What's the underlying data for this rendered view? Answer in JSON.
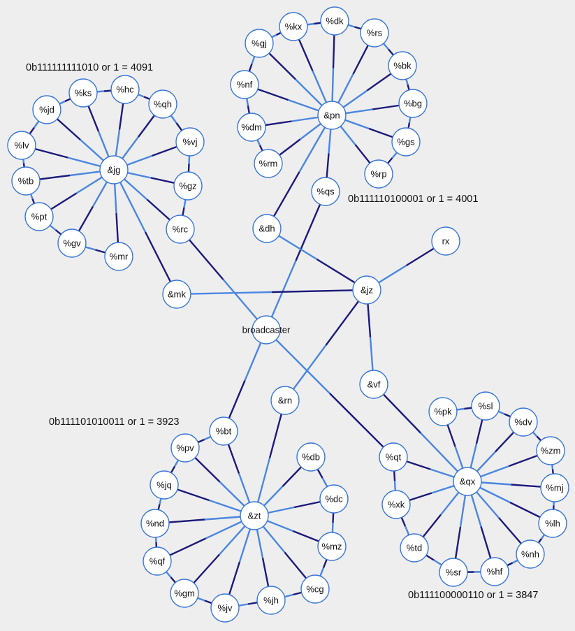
{
  "colors": {
    "background": "#eeeeee",
    "node_stroke": "#3a76d6",
    "edge_light": "#4a86e0",
    "edge_dark": "#1c1a7a"
  },
  "annotations": [
    {
      "id": "a1",
      "text": "0b111111111010 or 1 = 4091"
    },
    {
      "id": "a2",
      "text": "0b111110100001 or 1 = 4001"
    },
    {
      "id": "a3",
      "text": "0b111101010011 or 1 = 3923"
    },
    {
      "id": "a4",
      "text": "0b111100000110 or 1 = 3847"
    }
  ],
  "nodes": [
    {
      "id": "broadcaster",
      "label": "broadcaster"
    },
    {
      "id": "rx",
      "label": "rx"
    },
    {
      "id": "jz",
      "label": "&jz"
    },
    {
      "id": "dh",
      "label": "&dh"
    },
    {
      "id": "mk",
      "label": "&mk"
    },
    {
      "id": "vf",
      "label": "&vf"
    },
    {
      "id": "rn",
      "label": "&rn"
    },
    {
      "id": "jg",
      "label": "&jg"
    },
    {
      "id": "ks",
      "label": "%ks"
    },
    {
      "id": "hc",
      "label": "%hc"
    },
    {
      "id": "qh",
      "label": "%qh"
    },
    {
      "id": "vj",
      "label": "%vj"
    },
    {
      "id": "gz",
      "label": "%gz"
    },
    {
      "id": "rc",
      "label": "%rc"
    },
    {
      "id": "mr",
      "label": "%mr"
    },
    {
      "id": "gv",
      "label": "%gv"
    },
    {
      "id": "pt",
      "label": "%pt"
    },
    {
      "id": "tb",
      "label": "%tb"
    },
    {
      "id": "lv",
      "label": "%lv"
    },
    {
      "id": "jd",
      "label": "%jd"
    },
    {
      "id": "pn",
      "label": "&pn"
    },
    {
      "id": "kx",
      "label": "%kx"
    },
    {
      "id": "dk",
      "label": "%dk"
    },
    {
      "id": "rs",
      "label": "%rs"
    },
    {
      "id": "bk",
      "label": "%bk"
    },
    {
      "id": "bg",
      "label": "%bg"
    },
    {
      "id": "gs",
      "label": "%gs"
    },
    {
      "id": "rp",
      "label": "%rp"
    },
    {
      "id": "qs",
      "label": "%qs"
    },
    {
      "id": "rm",
      "label": "%rm"
    },
    {
      "id": "dm",
      "label": "%dm"
    },
    {
      "id": "nf",
      "label": "%nf"
    },
    {
      "id": "gj",
      "label": "%gj"
    },
    {
      "id": "zt",
      "label": "&zt"
    },
    {
      "id": "bt",
      "label": "%bt"
    },
    {
      "id": "pv",
      "label": "%pv"
    },
    {
      "id": "jq",
      "label": "%jq"
    },
    {
      "id": "nd",
      "label": "%nd"
    },
    {
      "id": "qf",
      "label": "%qf"
    },
    {
      "id": "gm",
      "label": "%gm"
    },
    {
      "id": "jv",
      "label": "%jv"
    },
    {
      "id": "jh",
      "label": "%jh"
    },
    {
      "id": "cg",
      "label": "%cg"
    },
    {
      "id": "mz",
      "label": "%mz"
    },
    {
      "id": "dc",
      "label": "%dc"
    },
    {
      "id": "db",
      "label": "%db"
    },
    {
      "id": "qx",
      "label": "&qx"
    },
    {
      "id": "qt",
      "label": "%qt"
    },
    {
      "id": "pk",
      "label": "%pk"
    },
    {
      "id": "sl",
      "label": "%sl"
    },
    {
      "id": "dv",
      "label": "%dv"
    },
    {
      "id": "zm",
      "label": "%zm"
    },
    {
      "id": "mj",
      "label": "%mj"
    },
    {
      "id": "lh",
      "label": "%lh"
    },
    {
      "id": "nh",
      "label": "%nh"
    },
    {
      "id": "hf",
      "label": "%hf"
    },
    {
      "id": "sr",
      "label": "%sr"
    },
    {
      "id": "td",
      "label": "%td"
    },
    {
      "id": "xk",
      "label": "%xk"
    }
  ],
  "edges": [
    [
      "broadcaster",
      "rc"
    ],
    [
      "broadcaster",
      "qs"
    ],
    [
      "broadcaster",
      "bt"
    ],
    [
      "broadcaster",
      "qt"
    ],
    [
      "jz",
      "rx"
    ],
    [
      "jg",
      "mk"
    ],
    [
      "mk",
      "jz"
    ],
    [
      "pn",
      "dh"
    ],
    [
      "dh",
      "jz"
    ],
    [
      "qx",
      "vf"
    ],
    [
      "vf",
      "jz"
    ],
    [
      "zt",
      "rn"
    ],
    [
      "rn",
      "jz"
    ],
    [
      "jg",
      "ks"
    ],
    [
      "jg",
      "hc"
    ],
    [
      "jg",
      "qh"
    ],
    [
      "jg",
      "vj"
    ],
    [
      "jg",
      "gz"
    ],
    [
      "jg",
      "rc"
    ],
    [
      "jg",
      "mr"
    ],
    [
      "jg",
      "gv"
    ],
    [
      "jg",
      "pt"
    ],
    [
      "jg",
      "tb"
    ],
    [
      "jg",
      "lv"
    ],
    [
      "jg",
      "jd"
    ],
    [
      "jd",
      "ks"
    ],
    [
      "ks",
      "hc"
    ],
    [
      "hc",
      "qh"
    ],
    [
      "qh",
      "vj"
    ],
    [
      "vj",
      "gz"
    ],
    [
      "gz",
      "rc"
    ],
    [
      "lv",
      "tb"
    ],
    [
      "tb",
      "pt"
    ],
    [
      "pt",
      "gv"
    ],
    [
      "gv",
      "mr"
    ],
    [
      "jd",
      "lv"
    ],
    [
      "pn",
      "kx"
    ],
    [
      "pn",
      "dk"
    ],
    [
      "pn",
      "rs"
    ],
    [
      "pn",
      "bk"
    ],
    [
      "pn",
      "bg"
    ],
    [
      "pn",
      "gs"
    ],
    [
      "pn",
      "rp"
    ],
    [
      "pn",
      "qs"
    ],
    [
      "pn",
      "rm"
    ],
    [
      "pn",
      "dm"
    ],
    [
      "pn",
      "nf"
    ],
    [
      "pn",
      "gj"
    ],
    [
      "gj",
      "kx"
    ],
    [
      "kx",
      "dk"
    ],
    [
      "dk",
      "rs"
    ],
    [
      "rs",
      "bk"
    ],
    [
      "bk",
      "bg"
    ],
    [
      "bg",
      "gs"
    ],
    [
      "gs",
      "rp"
    ],
    [
      "gj",
      "nf"
    ],
    [
      "nf",
      "dm"
    ],
    [
      "dm",
      "rm"
    ],
    [
      "zt",
      "bt"
    ],
    [
      "zt",
      "pv"
    ],
    [
      "zt",
      "jq"
    ],
    [
      "zt",
      "nd"
    ],
    [
      "zt",
      "qf"
    ],
    [
      "zt",
      "gm"
    ],
    [
      "zt",
      "jv"
    ],
    [
      "zt",
      "jh"
    ],
    [
      "zt",
      "cg"
    ],
    [
      "zt",
      "mz"
    ],
    [
      "zt",
      "dc"
    ],
    [
      "zt",
      "db"
    ],
    [
      "bt",
      "pv"
    ],
    [
      "pv",
      "jq"
    ],
    [
      "jq",
      "nd"
    ],
    [
      "nd",
      "qf"
    ],
    [
      "qf",
      "gm"
    ],
    [
      "gm",
      "jv"
    ],
    [
      "jv",
      "jh"
    ],
    [
      "jh",
      "cg"
    ],
    [
      "cg",
      "mz"
    ],
    [
      "mz",
      "dc"
    ],
    [
      "dc",
      "db"
    ],
    [
      "qx",
      "qt"
    ],
    [
      "qx",
      "pk"
    ],
    [
      "qx",
      "sl"
    ],
    [
      "qx",
      "dv"
    ],
    [
      "qx",
      "zm"
    ],
    [
      "qx",
      "mj"
    ],
    [
      "qx",
      "lh"
    ],
    [
      "qx",
      "nh"
    ],
    [
      "qx",
      "hf"
    ],
    [
      "qx",
      "sr"
    ],
    [
      "qx",
      "td"
    ],
    [
      "qx",
      "xk"
    ],
    [
      "pk",
      "sl"
    ],
    [
      "sl",
      "dv"
    ],
    [
      "dv",
      "zm"
    ],
    [
      "zm",
      "mj"
    ],
    [
      "mj",
      "lh"
    ],
    [
      "lh",
      "nh"
    ],
    [
      "nh",
      "hf"
    ],
    [
      "hf",
      "sr"
    ],
    [
      "sr",
      "td"
    ],
    [
      "td",
      "xk"
    ],
    [
      "xk",
      "qt"
    ]
  ]
}
